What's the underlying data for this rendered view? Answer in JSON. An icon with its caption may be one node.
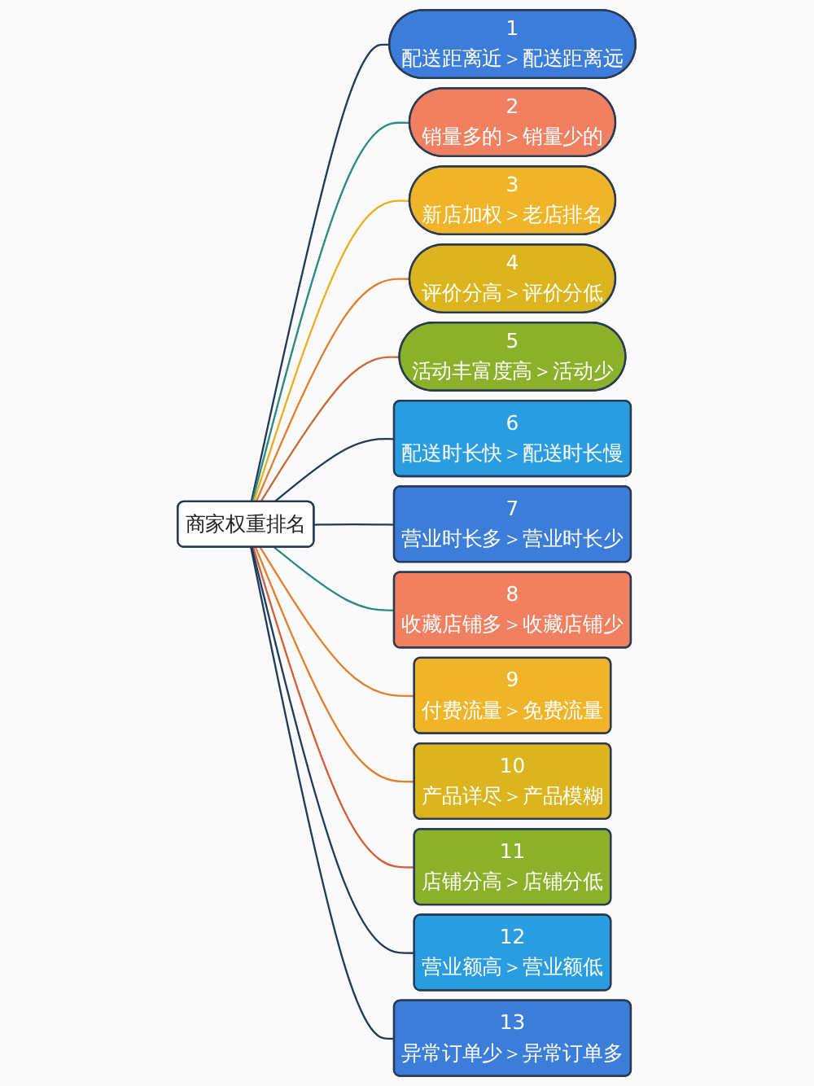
{
  "diagram": {
    "nodes": [
      {
        "text": [
          "商家权重排名"
        ]
      },
      {
        "text": [
          "1",
          "配送距离近＞配送距离远"
        ]
      },
      {
        "text": [
          "2",
          "销量多的＞销量少的"
        ]
      },
      {
        "text": [
          "3",
          "新店加权＞老店排名"
        ]
      },
      {
        "text": [
          "4",
          "评价分高＞评价分低"
        ]
      },
      {
        "text": [
          "5",
          "活动丰富度高＞活动少"
        ]
      },
      {
        "text": [
          "6",
          "配送时长快＞配送时长慢"
        ]
      },
      {
        "text": [
          "7",
          "营业时长多＞营业时长少"
        ]
      },
      {
        "text": [
          "8",
          "收藏店铺多＞收藏店铺少"
        ]
      },
      {
        "text": [
          "9",
          "付费流量＞免费流量"
        ]
      },
      {
        "text": [
          "10",
          "产品详尽＞产品模糊"
        ]
      },
      {
        "text": [
          "11",
          "店铺分高＞店铺分低"
        ]
      },
      {
        "text": [
          "12",
          "营业额高＞营业额低"
        ]
      },
      {
        "text": [
          "13",
          "异常订单少＞异常订单多"
        ]
      }
    ],
    "edges": [
      {
        "from": 0,
        "to": 1,
        "arrow": "none",
        "color": "#1f3a5a"
      },
      {
        "from": 0,
        "to": 2,
        "arrow": "none",
        "color": "#2a8a80"
      },
      {
        "from": 0,
        "to": 3,
        "arrow": "none",
        "color": "#e8b020"
      },
      {
        "from": 0,
        "to": 4,
        "arrow": "none",
        "color": "#e08030"
      },
      {
        "from": 0,
        "to": 5,
        "arrow": "none",
        "color": "#c86a3a"
      },
      {
        "from": 0,
        "to": 6,
        "arrow": "none",
        "color": "#1f3a5a"
      },
      {
        "from": 0,
        "to": 7,
        "arrow": "none",
        "color": "#1f3a5a"
      },
      {
        "from": 0,
        "to": 8,
        "arrow": "none",
        "color": "#2a8a80"
      },
      {
        "from": 0,
        "to": 9,
        "arrow": "none",
        "color": "#e08030"
      },
      {
        "from": 0,
        "to": 10,
        "arrow": "none",
        "color": "#e08030"
      },
      {
        "from": 0,
        "to": 11,
        "arrow": "none",
        "color": "#d0603a"
      },
      {
        "from": 0,
        "to": 12,
        "arrow": "none",
        "color": "#1f3a5a"
      },
      {
        "from": 0,
        "to": 13,
        "arrow": "none",
        "color": "#1f3a5a"
      }
    ]
  }
}
